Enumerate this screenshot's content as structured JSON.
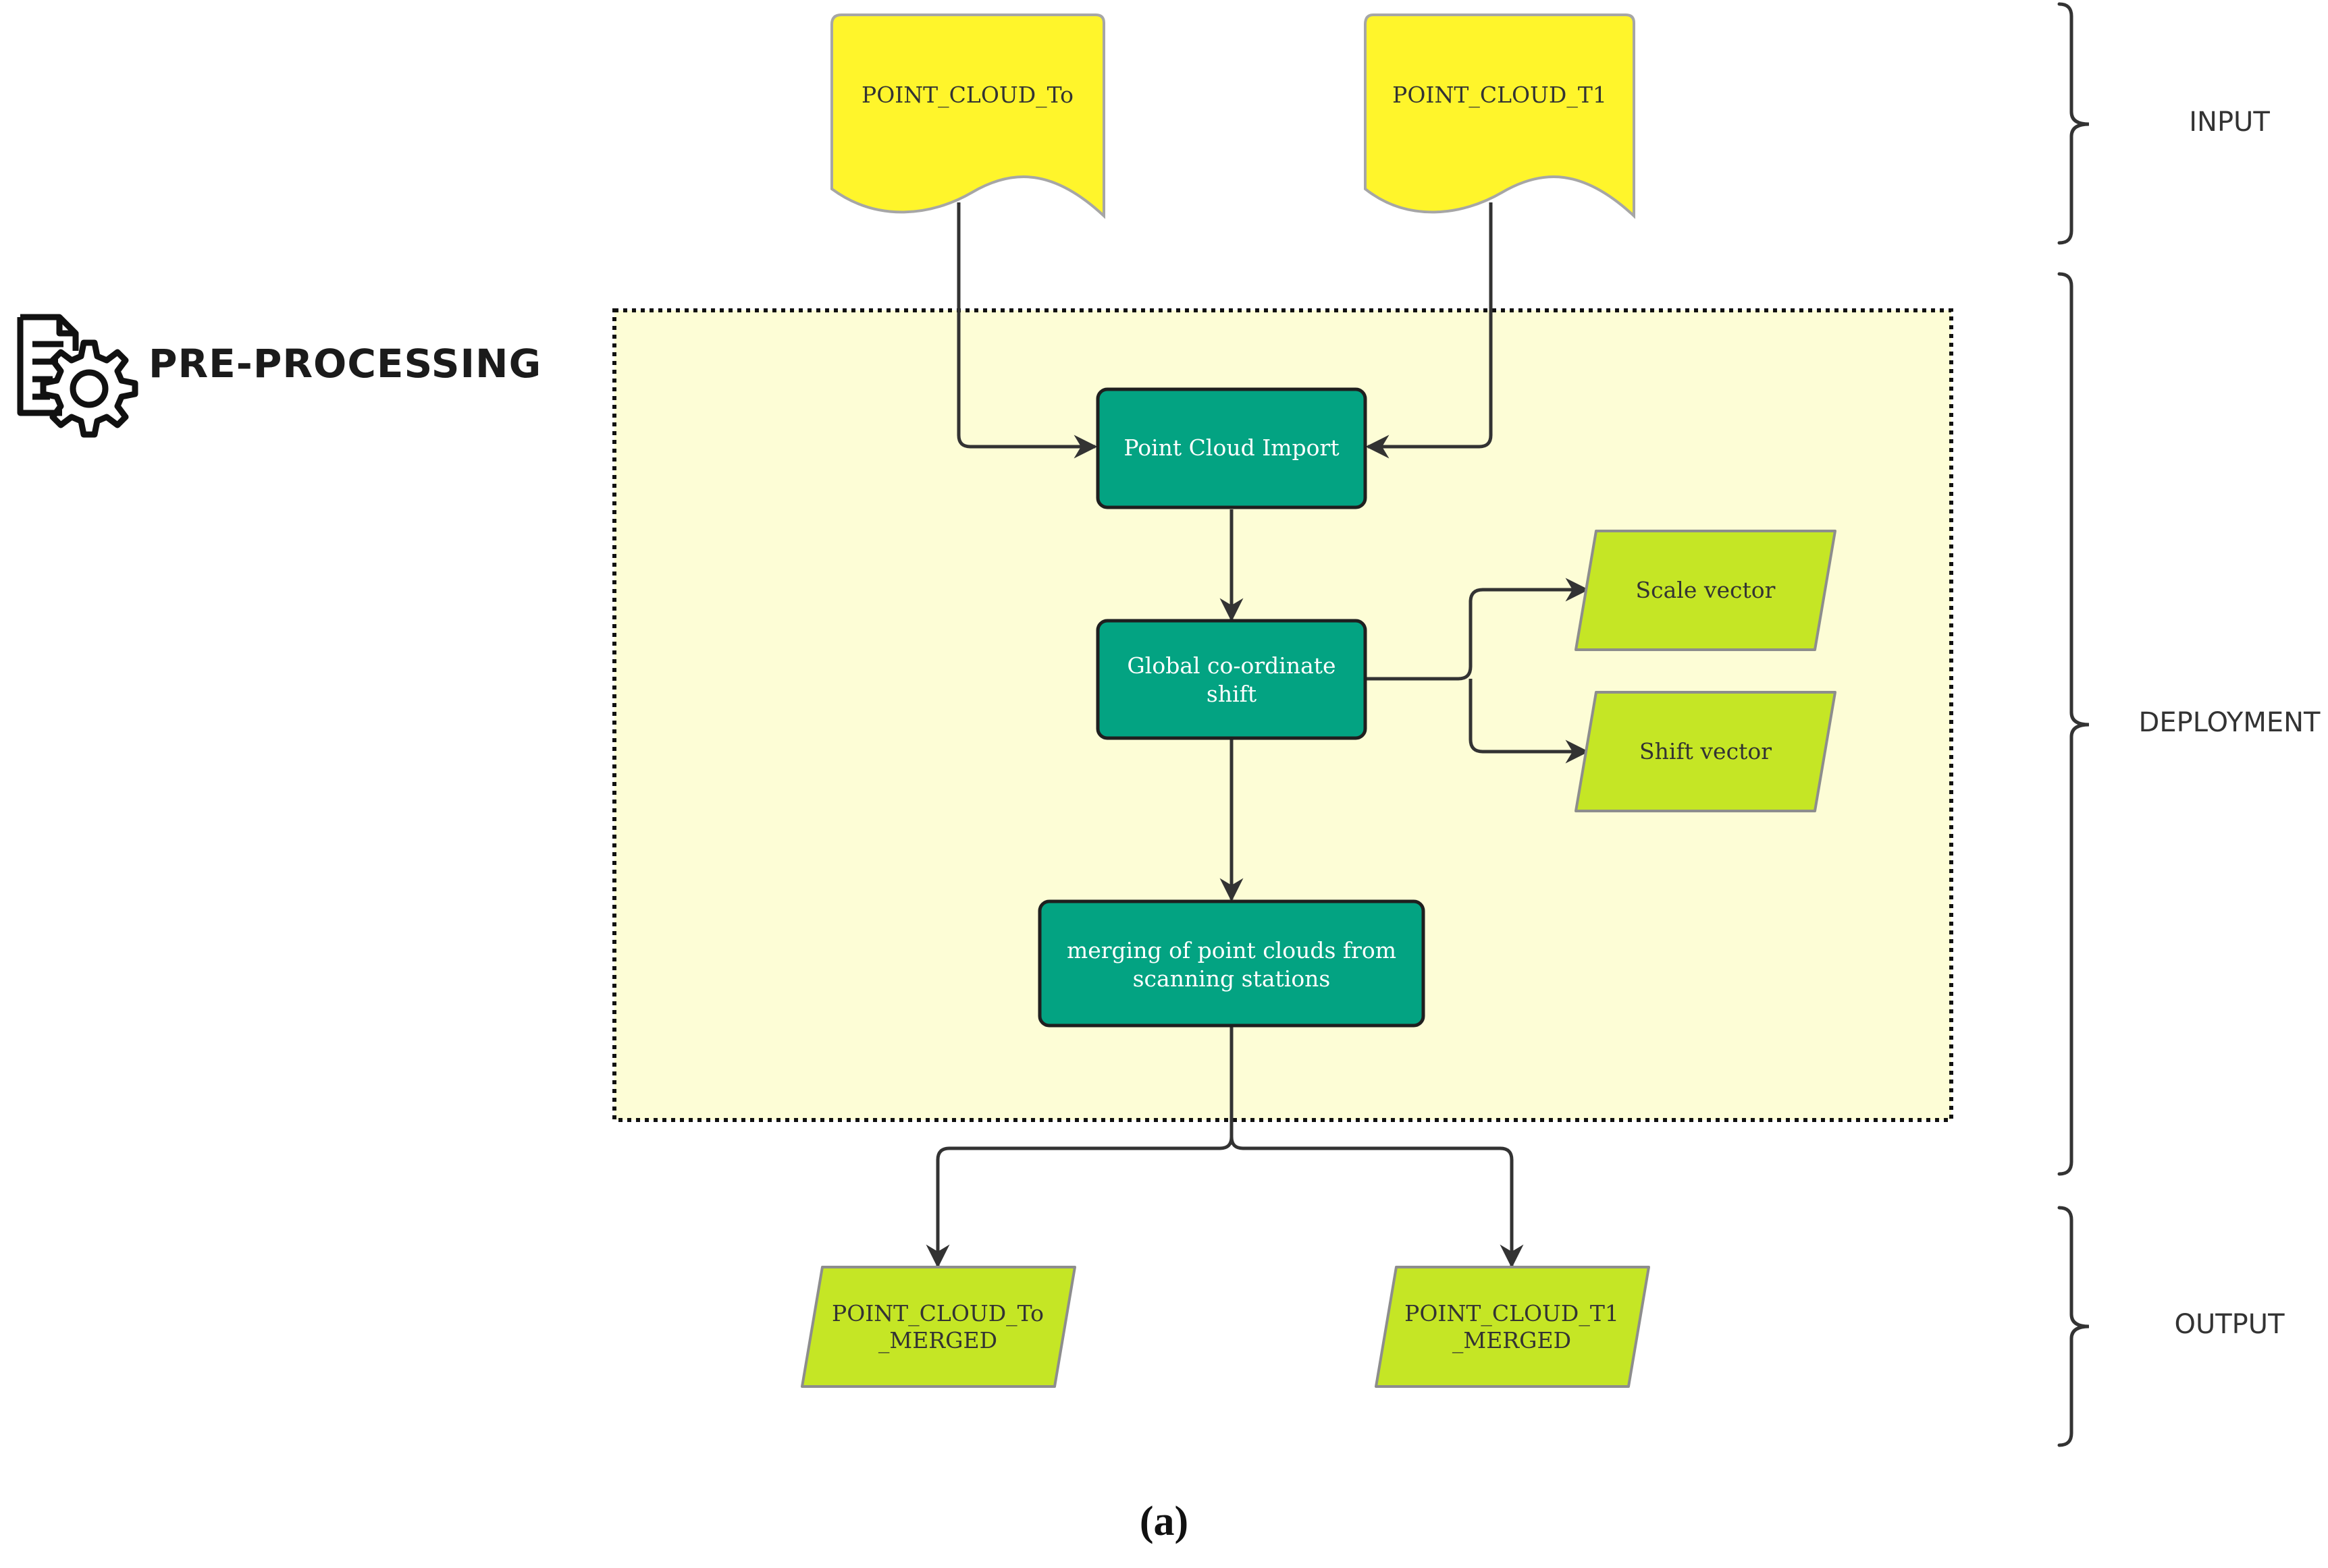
{
  "title": "PRE-PROCESSING",
  "caption": "(a)",
  "stages": {
    "input": "INPUT",
    "deployment": "DEPLOYMENT",
    "output": "OUTPUT"
  },
  "inputs": {
    "t0": "POINT_CLOUD_To",
    "t1": "POINT_CLOUD_T1"
  },
  "processes": {
    "import": "Point Cloud Import",
    "shift_line1": "Global co-ordinate",
    "shift_line2": "shift",
    "merge_line1": "merging of point clouds from",
    "merge_line2": "scanning stations"
  },
  "side_outputs": {
    "scale": "Scale vector",
    "shift": "Shift vector"
  },
  "outputs": {
    "t0_line1": "POINT_CLOUD_To",
    "t0_line2": "_MERGED",
    "t1_line1": "POINT_CLOUD_T1",
    "t1_line2": "_MERGED"
  },
  "colors": {
    "document_fill": "#fff52b",
    "process_fill": "#03a382",
    "data_fill": "#c5e625",
    "region_fill": "#fdfdd6"
  },
  "icons": [
    "document-gear-icon"
  ]
}
